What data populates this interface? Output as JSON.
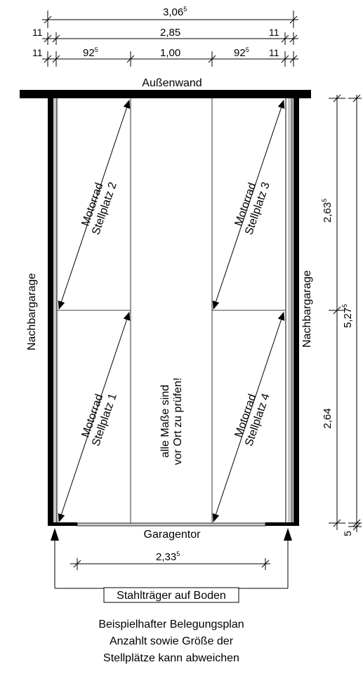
{
  "dimensions": {
    "overall_width": {
      "main": "3,06",
      "sup": "5"
    },
    "inner_width": "2,85",
    "wall_left": "11",
    "wall_right": "11",
    "wall_left_2": "11",
    "wall_right_2": "11",
    "bay_left": {
      "main": "92",
      "sup": "5"
    },
    "aisle": "1,00",
    "bay_right": {
      "main": "92",
      "sup": "5"
    },
    "length_upper": {
      "main": "2,63",
      "sup": "5"
    },
    "length_lower": "2,64",
    "length_total": {
      "main": "5,27",
      "sup": "5"
    },
    "gate_offset": "5",
    "beam_span": {
      "main": "2,33",
      "sup": "5"
    }
  },
  "labels": {
    "outer_wall": "Außenwand",
    "neighbor_left": "Nachbargarage",
    "neighbor_right": "Nachbargarage",
    "gate": "Garagentor",
    "beam": "Stahlträger auf Boden",
    "notice_line1": "alle Maße sind",
    "notice_line2": "vor Ort zu prüfen!"
  },
  "spaces": [
    {
      "line1": "Motorrad",
      "line2": "Stellplatz 2"
    },
    {
      "line1": "Motorrad",
      "line2": "Stellplatz 1"
    },
    {
      "line1": "Motorrad",
      "line2": "Stellplatz 3"
    },
    {
      "line1": "Motorrad",
      "line2": "Stellplatz 4"
    }
  ],
  "caption": {
    "line1": "Beispielhafter Belegungsplan",
    "line2": "Anzahlt sowie Größe der",
    "line3": "Stellplätze kann abweichen"
  }
}
